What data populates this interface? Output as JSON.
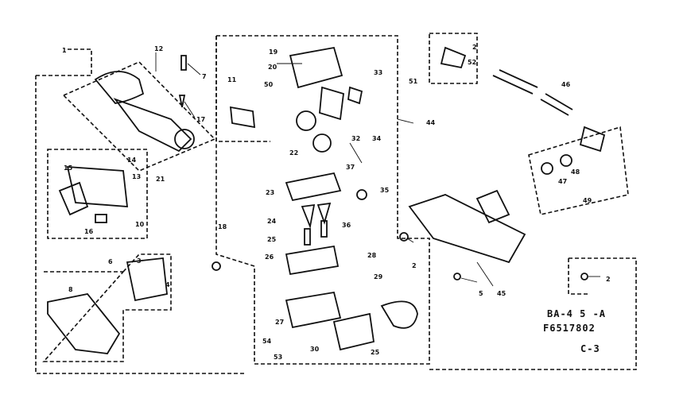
{
  "diagram": {
    "callouts": [
      "1",
      "12",
      "7",
      "17",
      "11",
      "50",
      "19",
      "20",
      "22",
      "33",
      "32",
      "34",
      "37",
      "44",
      "2",
      "52",
      "51",
      "46",
      "14",
      "15",
      "13",
      "21",
      "16",
      "10",
      "18",
      "23",
      "24",
      "25",
      "26",
      "36",
      "35",
      "28",
      "48",
      "47",
      "49",
      "2",
      "45",
      "5",
      "2",
      "3",
      "6",
      "4",
      "8",
      "27",
      "29",
      "54",
      "53",
      "30",
      "25"
    ],
    "stamp": {
      "ref": "BA-4 5 -A",
      "code": "F6517802",
      "page": "C-3"
    }
  }
}
